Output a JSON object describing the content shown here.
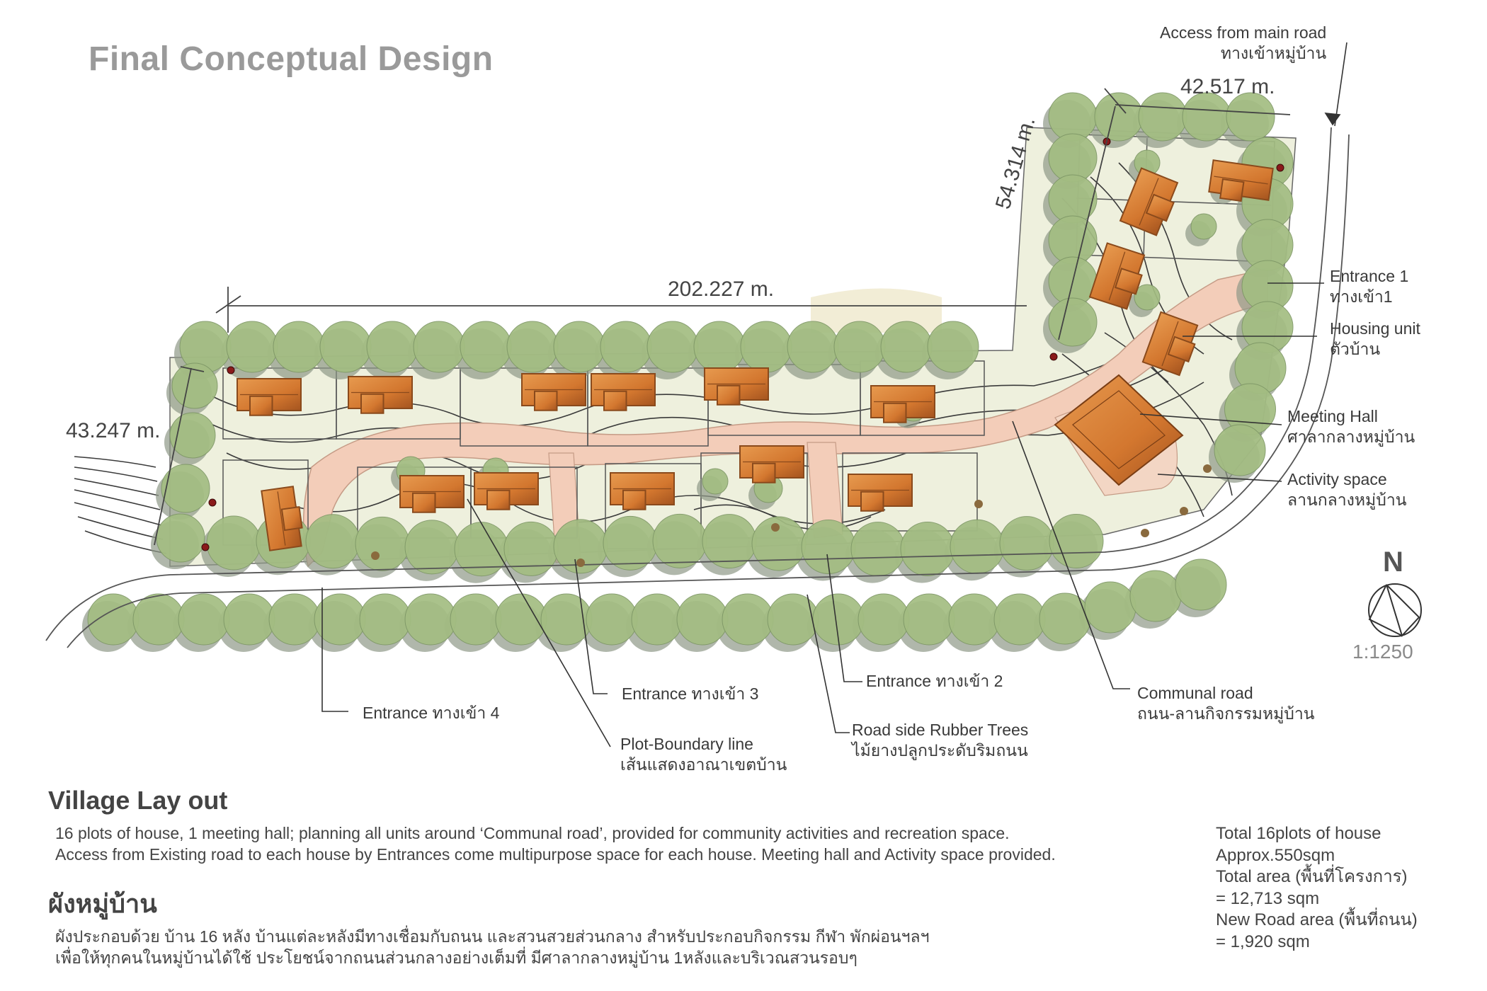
{
  "title": "Final Conceptual Design",
  "dimensions": {
    "length_main": "202.227 m.",
    "width_west": "43.247 m.",
    "width_north_arm": "42.517 m.",
    "length_north_arm": "54.314 m."
  },
  "labels": {
    "access": [
      "Access from main road",
      "ทางเข้าหมู่บ้าน"
    ],
    "entrance1": [
      "Entrance 1",
      "ทางเข้า1"
    ],
    "housing": [
      "Housing unit",
      "ตัวบ้าน"
    ],
    "meeting": [
      "Meeting Hall",
      "ศาลากลางหมู่บ้าน"
    ],
    "activity": [
      "Activity space",
      "ลานกลางหมู่บ้าน"
    ],
    "entrance4": "Entrance  ทางเข้า 4",
    "entrance3": "Entrance  ทางเข้า 3",
    "entrance2": "Entrance  ทางเข้า 2",
    "communal": [
      "Communal road",
      "ถนน-ลานกิจกรรมหมู่บ้าน"
    ],
    "boundary": [
      "Plot-Boundary line",
      "เส้นแสดงอาณาเขตบ้าน"
    ],
    "rubber": [
      "Road side Rubber Trees",
      "ไม้ยางปลูกประดับริมถนน"
    ]
  },
  "compass": {
    "letter": "N",
    "scale": "1:1250"
  },
  "layout_section": {
    "heading": "Village Lay out",
    "lines": [
      "16 plots of house, 1 meeting hall; planning all units around ‘Communal road’, provided for community activities and recreation space.",
      "Access from Existing road to each house by Entrances come multipurpose space for each house. Meeting hall and Activity space provided."
    ]
  },
  "thai_section": {
    "heading": "ผังหมู่บ้าน",
    "lines": [
      "ผังประกอบด้วย บ้าน 16 หลัง บ้านแต่ละหลังมีทางเชื่อมกับถนน และสวนสวยส่วนกลาง สำหรับประกอบกิจกรรม กีฬา พักผ่อนฯลฯ",
      "เพื่อให้ทุกคนในหมู่บ้านได้ใช้ ประโยชน์จากถนนส่วนกลางอย่างเต็มที่ มีศาลากลางหมู่บ้าน 1หลังและบริเวณสวนรอบๆ"
    ]
  },
  "stats": [
    "Total 16plots of house",
    "Approx.550sqm",
    "Total area (พื้นที่โครงการ)",
    "= 12,713 sqm",
    "New Road area (พื้นที่ถนน)",
    "= 1,920 sqm"
  ],
  "colors": {
    "tree": "#a3bd82",
    "tree_shadow": "#8f9888",
    "site": "#eef0dd",
    "road": "#f3cdb9",
    "roof": "#d8813a",
    "roof_dark": "#8a4a1c",
    "line": "#3a3a3a"
  }
}
